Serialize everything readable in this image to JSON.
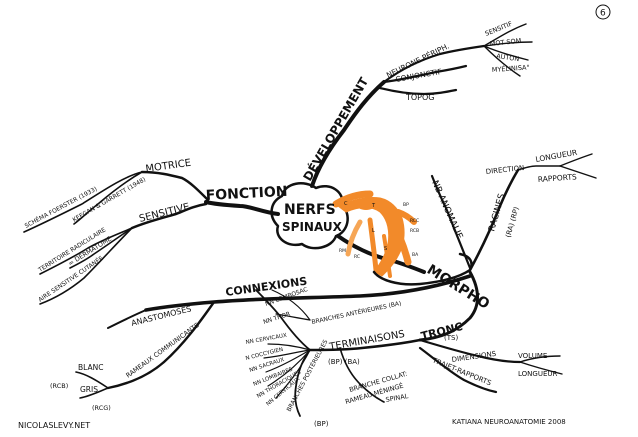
{
  "page_number": "6",
  "center": {
    "line1": "NERFS",
    "line2": "SPINAUX"
  },
  "nerve_labels": {
    "c": "C",
    "t": "T",
    "l": "L",
    "s": "S",
    "bp": "BP",
    "ba": "BA",
    "rcc": "RCC",
    "rcb": "RCB",
    "rm": "RM",
    "rc": "RC"
  },
  "fonction": {
    "title": "FONCTION",
    "motrice": "MOTRICE",
    "sensitive": "SENSITIVE",
    "shema": "SCHÉMA FOERSTER (1933)",
    "keegan": "KEEGAN & GARRETT (1948)",
    "territoire": "TERRITOIRE RADICULAIRE",
    "dermatome": "= DERMATOME",
    "aire": "AIRE SENSITIVE CUTANÉE"
  },
  "developpement": {
    "title": "DÉVELOPPEMENT",
    "neurones": "NEURONE PÉRIPH.",
    "sensitif": "SENSITIF",
    "mot_som": "MOT SOM",
    "auton": "AUTON",
    "myelinisa": "MYÉLINISA°",
    "conjonctif": "CONJONCTIF",
    "topog": "TOPOG"
  },
  "morpho": {
    "title": "MORPHO",
    "nb_anomalie": "NB ANOMALIE",
    "racines": "RACINES",
    "ra_rp": "(RA) (RP)",
    "direction": "DIRECTION",
    "longueur": "LONGUEUR",
    "rapports": "RAPPORTS",
    "tronc": "TRONC",
    "ts": "(TS)",
    "dimensions": "DIMENSIONS",
    "volume": "VOLUME",
    "longueur2": "LONGUEUR",
    "trajet": "TRAJET-RAPPORTS"
  },
  "terminaisons": {
    "title": "TERMINAISONS",
    "bp_ba": "(BP) (BA)",
    "nn_lombosac": "NN LOMBOSAC",
    "nn_thor": "NN THOR",
    "branches_ant": "BRANCHES ANTÉRIEURES (BA)",
    "nn_cervicaux": "NN CERVICAUX",
    "nn_coccygien": "N COCCYGIEN",
    "nn_sacraux": "NN SACRAUX",
    "nn_lombaires": "NN LOMBAIRES",
    "nn_thoraciques": "NN THORACIQUES",
    "nn_cervicaux2": "NN CERVICAUX",
    "branches_post": "BRANCHES POSTÉRIEURES",
    "bp": "(BP)",
    "branche_coll": "BRANCHE COLLAT:",
    "rameau": "RAMEAU MÉNINGÉ",
    "spinal": "SPINAL"
  },
  "connexions": {
    "title": "CONNEXIONS",
    "anastomoses": "ANASTOMOSES",
    "rameaux": "RAMEAUX COMMUNICANTS",
    "blanc": "BLANC",
    "rcb": "(RCB)",
    "gris": "GRIS",
    "rcg": "(RCG)"
  },
  "footer": {
    "left": "NICOLASLEVY.NET",
    "right": "KATIANA NEUROANATOMIE 2008"
  },
  "colors": {
    "ink": "#111111",
    "nerve_orange": "#f28a2a",
    "nerve_light": "#f6a656",
    "background": "#ffffff"
  }
}
